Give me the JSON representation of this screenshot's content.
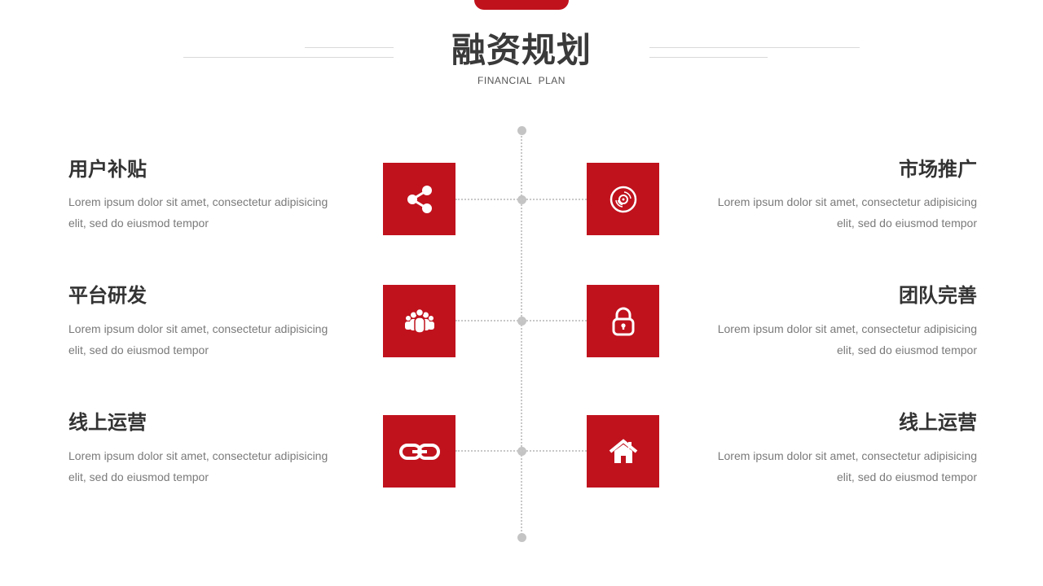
{
  "header": {
    "title": "融资规划",
    "subtitle": "FINANCIAL  PLAN"
  },
  "colors": {
    "accent": "#c0121d",
    "connector": "#c8c8c8",
    "title_text": "#333333",
    "body_text": "#7a7a7a"
  },
  "left_items": [
    {
      "title": "用户补贴",
      "desc": "Lorem ipsum dolor sit amet, consectetur adipisicing elit, sed do eiusmod tempor",
      "icon": "share-icon"
    },
    {
      "title": "平台研发",
      "desc": "Lorem ipsum dolor sit amet, consectetur adipisicing elit, sed do eiusmod tempor",
      "icon": "team-icon"
    },
    {
      "title": "线上运营",
      "desc": "Lorem ipsum dolor sit amet, consectetur adipisicing elit, sed do eiusmod tempor",
      "icon": "link-icon"
    }
  ],
  "right_items": [
    {
      "title": "市场推广",
      "desc": "Lorem ipsum dolor sit amet, consectetur adipisicing elit, sed do eiusmod tempor",
      "icon": "disc-icon"
    },
    {
      "title": "团队完善",
      "desc": "Lorem ipsum dolor sit amet, consectetur adipisicing elit, sed do eiusmod tempor",
      "icon": "lock-icon"
    },
    {
      "title": "线上运营",
      "desc": "Lorem ipsum dolor sit amet, consectetur adipisicing elit, sed do eiusmod tempor",
      "icon": "home-icon"
    }
  ]
}
